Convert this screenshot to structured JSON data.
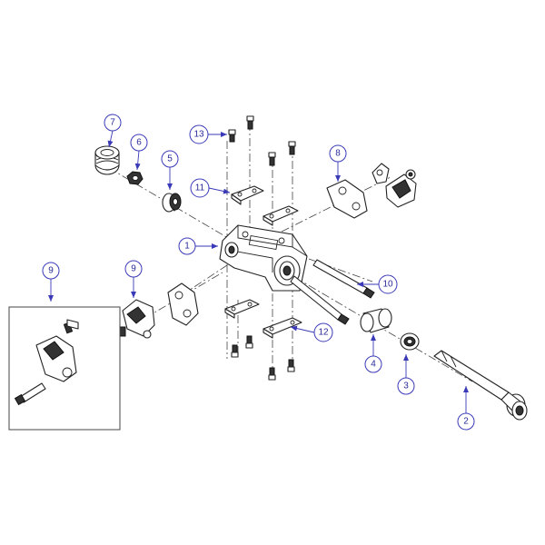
{
  "callouts": [
    {
      "id": "c1",
      "label": "1"
    },
    {
      "id": "c2",
      "label": "2"
    },
    {
      "id": "c3",
      "label": "3"
    },
    {
      "id": "c4",
      "label": "4"
    },
    {
      "id": "c5",
      "label": "5"
    },
    {
      "id": "c6",
      "label": "6"
    },
    {
      "id": "c7",
      "label": "7"
    },
    {
      "id": "c8",
      "label": "8"
    },
    {
      "id": "c9",
      "label": "9"
    },
    {
      "id": "c9b",
      "label": "9"
    },
    {
      "id": "c10",
      "label": "10"
    },
    {
      "id": "c11",
      "label": "11"
    },
    {
      "id": "c12",
      "label": "12"
    },
    {
      "id": "c13",
      "label": "13"
    }
  ],
  "colors": {
    "callout": "#3a3ab8",
    "line": "#222222"
  }
}
